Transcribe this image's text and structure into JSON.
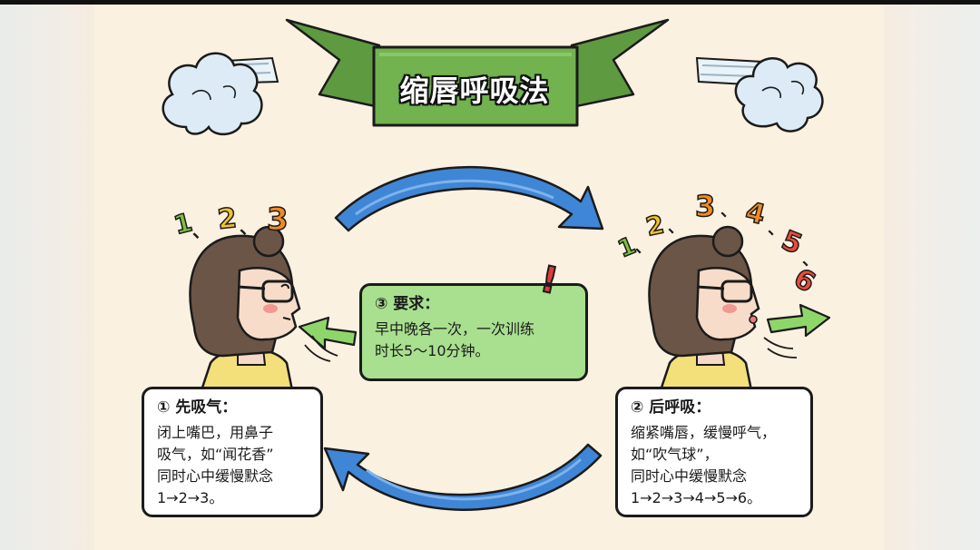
{
  "title": "缩唇呼吸法",
  "step1": {
    "heading": "① 先吸气：",
    "lines": [
      "闭上嘴巴，用鼻子",
      "吸气，如“闻花香”",
      "同时心中缓慢默念",
      "1→2→3。"
    ]
  },
  "step2": {
    "heading": "② 后呼吸：",
    "lines": [
      "缩紧嘴唇，缓慢呼气，",
      "如“吹气球”，",
      "同时心中缓慢默念",
      "1→2→3→4→5→6。"
    ]
  },
  "step3": {
    "heading": "③ 要求：",
    "lines": [
      "早中晚各一次，一次训练",
      "时长5～10分钟。"
    ],
    "alert": "!"
  },
  "left_count": [
    "1",
    "、",
    "2",
    "、",
    "3"
  ],
  "right_count": [
    "1",
    "、",
    "2",
    "、",
    "3",
    "、",
    "4",
    "、",
    "5",
    "、",
    "6"
  ],
  "colors": {
    "banner_green": "#6fb04c",
    "arrow_blue": "#3f86d6",
    "breath_green": "#8fd66a",
    "card_green": "#a8e08f",
    "alert_red": "#e03a3a",
    "num_green": "#7cc043",
    "num_yellow": "#f2c22b",
    "num_orange": "#f28a22",
    "num_red": "#ec4b3a"
  }
}
